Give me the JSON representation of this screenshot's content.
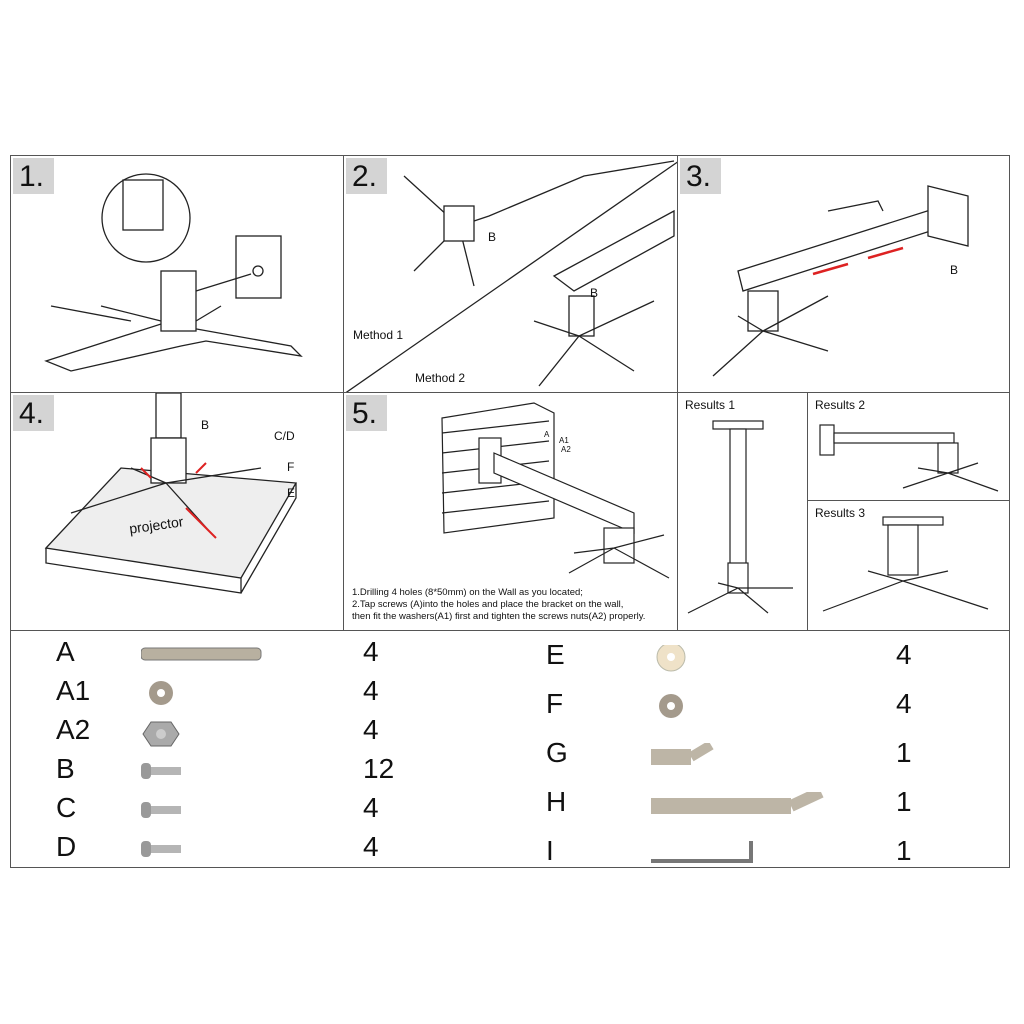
{
  "steps": [
    {
      "number": "1."
    },
    {
      "number": "2.",
      "labels": {
        "b1": "B",
        "b2": "B",
        "method1": "Method 1",
        "method2": "Method 2"
      }
    },
    {
      "number": "3.",
      "labels": {
        "b": "B"
      }
    },
    {
      "number": "4.",
      "labels": {
        "b": "B",
        "cd": "C/D",
        "f": "F",
        "e": "E",
        "projector": "projector"
      }
    },
    {
      "number": "5.",
      "labels": {
        "a": "A",
        "a1": "A1",
        "a2": "A2"
      },
      "instructions": [
        "1.Drilling 4 holes (8*50mm)  on the Wall as you located;",
        "2.Tap screws (A)into the holes and place the bracket on the wall,",
        "then fit the washers(A1) first and tighten the screws nuts(A2) properly."
      ]
    }
  ],
  "results": [
    "Results 1",
    "Results 2",
    "Results 3"
  ],
  "parts_left": [
    {
      "id": "A",
      "qty": "4",
      "icon": "anchor-bolt-icon"
    },
    {
      "id": "A1",
      "qty": "4",
      "icon": "washer-icon"
    },
    {
      "id": "A2",
      "qty": "4",
      "icon": "hex-nut-icon"
    },
    {
      "id": "B",
      "qty": "12",
      "icon": "screw-icon"
    },
    {
      "id": "C",
      "qty": "4",
      "icon": "screw-icon"
    },
    {
      "id": "D",
      "qty": "4",
      "icon": "screw-icon"
    }
  ],
  "parts_right": [
    {
      "id": "E",
      "qty": "4",
      "icon": "spacer-icon"
    },
    {
      "id": "F",
      "qty": "4",
      "icon": "washer-icon"
    },
    {
      "id": "G",
      "qty": "1",
      "icon": "short-bracket-icon"
    },
    {
      "id": "H",
      "qty": "1",
      "icon": "long-bracket-icon"
    },
    {
      "id": "I",
      "qty": "1",
      "icon": "hex-key-icon"
    }
  ]
}
